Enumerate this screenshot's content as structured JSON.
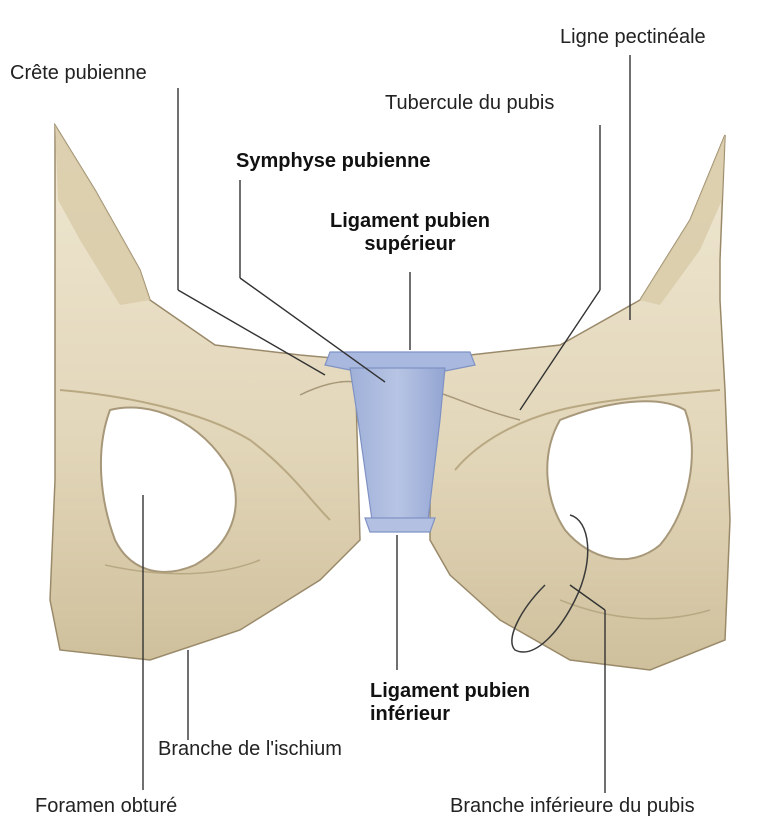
{
  "colors": {
    "bone": "#e6dcc3",
    "bone_shadow": "#c9b994",
    "bone_outline": "#9a8a6a",
    "ligament": "#aab8dc",
    "ligament_dark": "#8596c6",
    "leader": "#333333"
  },
  "labels": {
    "crete_pubienne": "Crête pubienne",
    "ligne_pectineale": "Ligne pectinéale",
    "tubercule_pubis": "Tubercule du pubis",
    "symphyse_pubienne": "Symphyse pubienne",
    "ligament_superieur_l1": "Ligament pubien",
    "ligament_superieur_l2": "supérieur",
    "ligament_inferieur_l1": "Ligament pubien",
    "ligament_inferieur_l2": "inférieur",
    "branche_ischium": "Branche de l'ischium",
    "foramen_obture": "Foramen obturé",
    "branche_inferieure_pubis": "Branche inférieure du pubis"
  }
}
